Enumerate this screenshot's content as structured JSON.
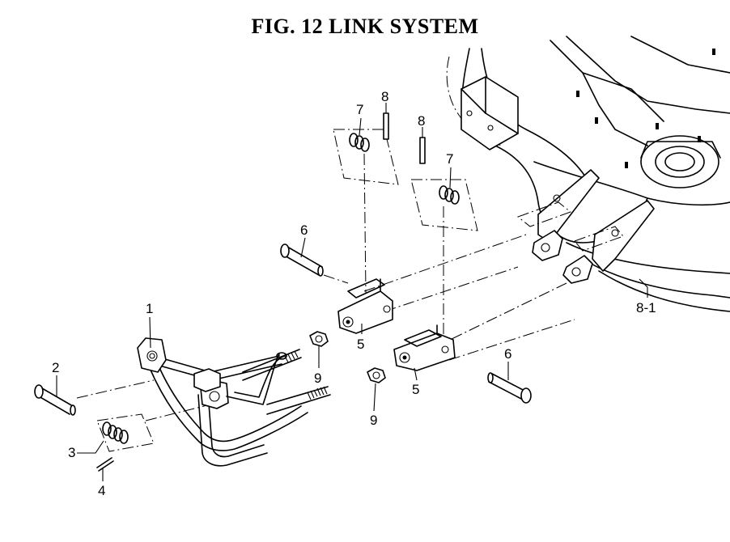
{
  "title": "FIG. 12  LINK SYSTEM",
  "callouts": {
    "c1": "1",
    "c2": "2",
    "c3": "3",
    "c4": "4",
    "c5a": "5",
    "c5b": "5",
    "c6a": "6",
    "c6b": "6",
    "c7a": "7",
    "c7b": "7",
    "c8a": "8",
    "c8b": "8",
    "c9a": "9",
    "c9b": "9",
    "c81": "8-1"
  }
}
